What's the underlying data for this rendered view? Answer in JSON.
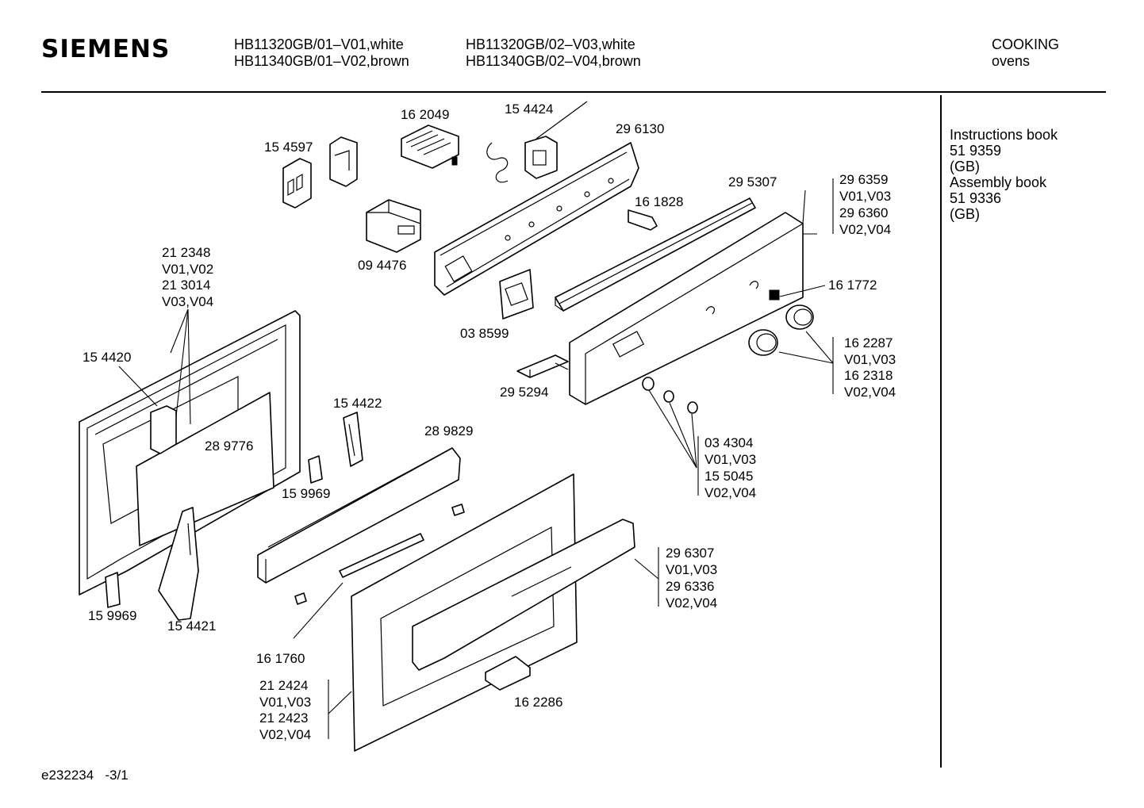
{
  "header": {
    "brand": "SIEMENS",
    "models_col1": [
      "HB11320GB/01–V01,white",
      "HB11340GB/01–V02,brown"
    ],
    "models_col2": [
      "HB11320GB/02–V03,white",
      "HB11340GB/02–V04,brown"
    ],
    "category": [
      "COOKING",
      "ovens"
    ]
  },
  "side_notes": [
    "Instructions book",
    "51 9359",
    "(GB)",
    "Assembly book",
    "51 9336",
    "(GB)"
  ],
  "footer": {
    "drawing_id": "e232234",
    "page": "-3/1"
  },
  "callouts": {
    "p162049": "16 2049",
    "p154424": "15 4424",
    "p296130": "29 6130",
    "p154597": "15 4597",
    "p295307": "29 5307",
    "p161828": "16 1828",
    "p296359_group": [
      "29 6359",
      "V01,V03",
      "29 6360",
      "V02,V04"
    ],
    "p212348_group": [
      "21 2348",
      "V01,V02",
      "21 3014",
      "V03,V04"
    ],
    "p094476": "09 4476",
    "p161772": "16 1772",
    "p038599": "03 8599",
    "p154420": "15 4420",
    "p162287_group": [
      "16 2287",
      "V01,V03",
      "16 2318",
      "V02,V04"
    ],
    "p295294": "29 5294",
    "p154422": "15 4422",
    "p289829": "28 9829",
    "p289776": "28 9776",
    "p034304_group": [
      "03 4304",
      "V01,V03",
      "15 5045",
      "V02,V04"
    ],
    "p159969a": "15 9969",
    "p296307_group": [
      "29 6307",
      "V01,V03",
      "29 6336",
      "V02,V04"
    ],
    "p159969b": "15 9969",
    "p154421": "15 4421",
    "p161760": "16 1760",
    "p162286": "16 2286",
    "p212424_group": [
      "21 2424",
      "V01,V03",
      "21 2423",
      "V02,V04"
    ]
  }
}
